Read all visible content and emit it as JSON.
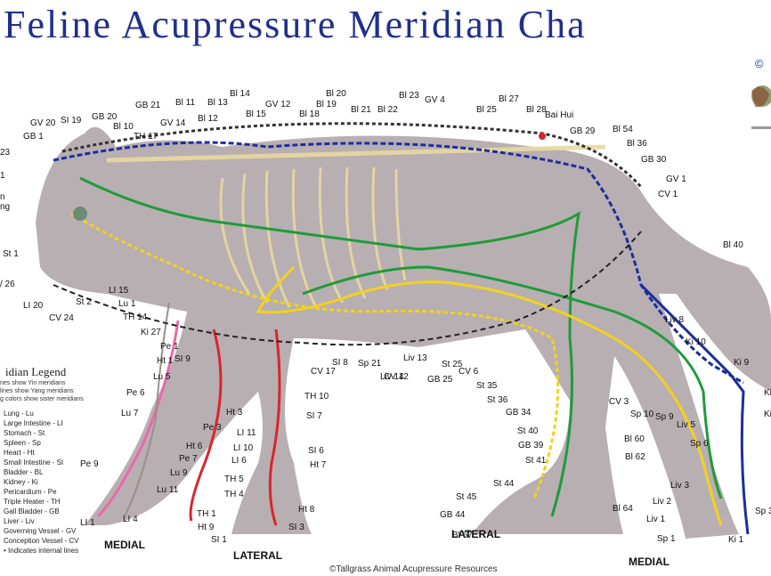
{
  "title": "Feline Acupressure Meridian Cha",
  "copyright_mark": "©",
  "footer": "©Tallgrass Animal Acupressure Resources",
  "views": [
    "MEDIAL",
    "LATERAL",
    "LATERAL",
    "MEDIAL"
  ],
  "legend": {
    "title": "idian Legend",
    "notes": [
      "nes show Yin meridians",
      "lines show Yang meridians",
      "g colors show sister meridians"
    ],
    "items": [
      "Lung - Lu",
      "Large Intestine - LI",
      "Stomach - St",
      "Spleen - Sp",
      "Heart - Ht",
      "Small Intestine - SI",
      "Bladder - BL",
      "Kidney - Ki",
      "Pericardium - Pe",
      "Triple Heater - TH",
      "Gall Bladder - GB",
      "Liver - Liv",
      "Governing Vessel - GV",
      "Conception Vessel - CV",
      "• Indicates internal lines"
    ]
  },
  "colors": {
    "title": "#1f2f8a",
    "stomach": "#f2d21b",
    "spleen": "#f2d21b",
    "liver": "#1f9b3a",
    "gall_bladder": "#1f9b3a",
    "bladder": "#1c2e9c",
    "kidney": "#1c2e9c",
    "heart": "#d8262b",
    "small_intestine": "#d8262b",
    "pericardium": "#e96aa8",
    "governing": "#333333",
    "fur": "#7d6d73"
  },
  "labels": [
    "GB 21",
    "Bl 11",
    "Bl 13",
    "Bl 14",
    "GV 12",
    "Bl 20",
    "Bl 23",
    "GV 4",
    "Bl 27",
    "Bl 25",
    "Bl 28",
    "Bai Hui",
    "GV 20",
    "SI 19",
    "GB 20",
    "Bl 10",
    "GV 14",
    "Bl 12",
    "Bl 15",
    "Bl 18",
    "Bl 19",
    "Bl 21",
    "Bl 22",
    "GB 29",
    "Bl 54",
    "Bl 36",
    "GB 1",
    "TH 17",
    "GB 30",
    "GV 1",
    "CV 1",
    "23",
    "1",
    "n",
    "ng",
    "St 1",
    "Bl 40",
    "/ 26",
    "LI 15",
    "Lu 1",
    "TH 14",
    "Ki 27",
    "LI 20",
    "St 2",
    "CV 24",
    "Liv 8",
    "Ki 10",
    "Ki 9",
    "Pe 1",
    "Ht 1",
    "SI 9",
    "Lu 5",
    "CV 17",
    "SI 8",
    "Sp 21",
    "Liv 14",
    "Liv 13",
    "CV 12",
    "GB 25",
    "St 25",
    "CV 6",
    "St 35",
    "Pe 6",
    "Lu 7",
    "TH 10",
    "SI 7",
    "Ht 3",
    "Pe 3",
    "Ht 6",
    "Pe 7",
    "LI 10",
    "LI 11",
    "LI 6",
    "SI 6",
    "Ht 7",
    "Lu 9",
    "TH 5",
    "TH 4",
    "Lu 11",
    "Pe 9",
    "LI 1",
    "LI 4",
    "TH 1",
    "Ht 9",
    "SI 1",
    "Ht 8",
    "SI 3",
    "St 36",
    "GB 34",
    "CV 3",
    "Sp 10",
    "Sp 9",
    "Liv 5",
    "Sp 6",
    "St 40",
    "GB 39",
    "St 41",
    "Bl 60",
    "Bl 62",
    "St 44",
    "St 45",
    "GB 44",
    "Bl 67",
    "Bl 64",
    "Liv 3",
    "Liv 2",
    "Liv 1",
    "Sp 1",
    "Ki 1",
    "Sp 3",
    "Ki",
    "Ki"
  ]
}
